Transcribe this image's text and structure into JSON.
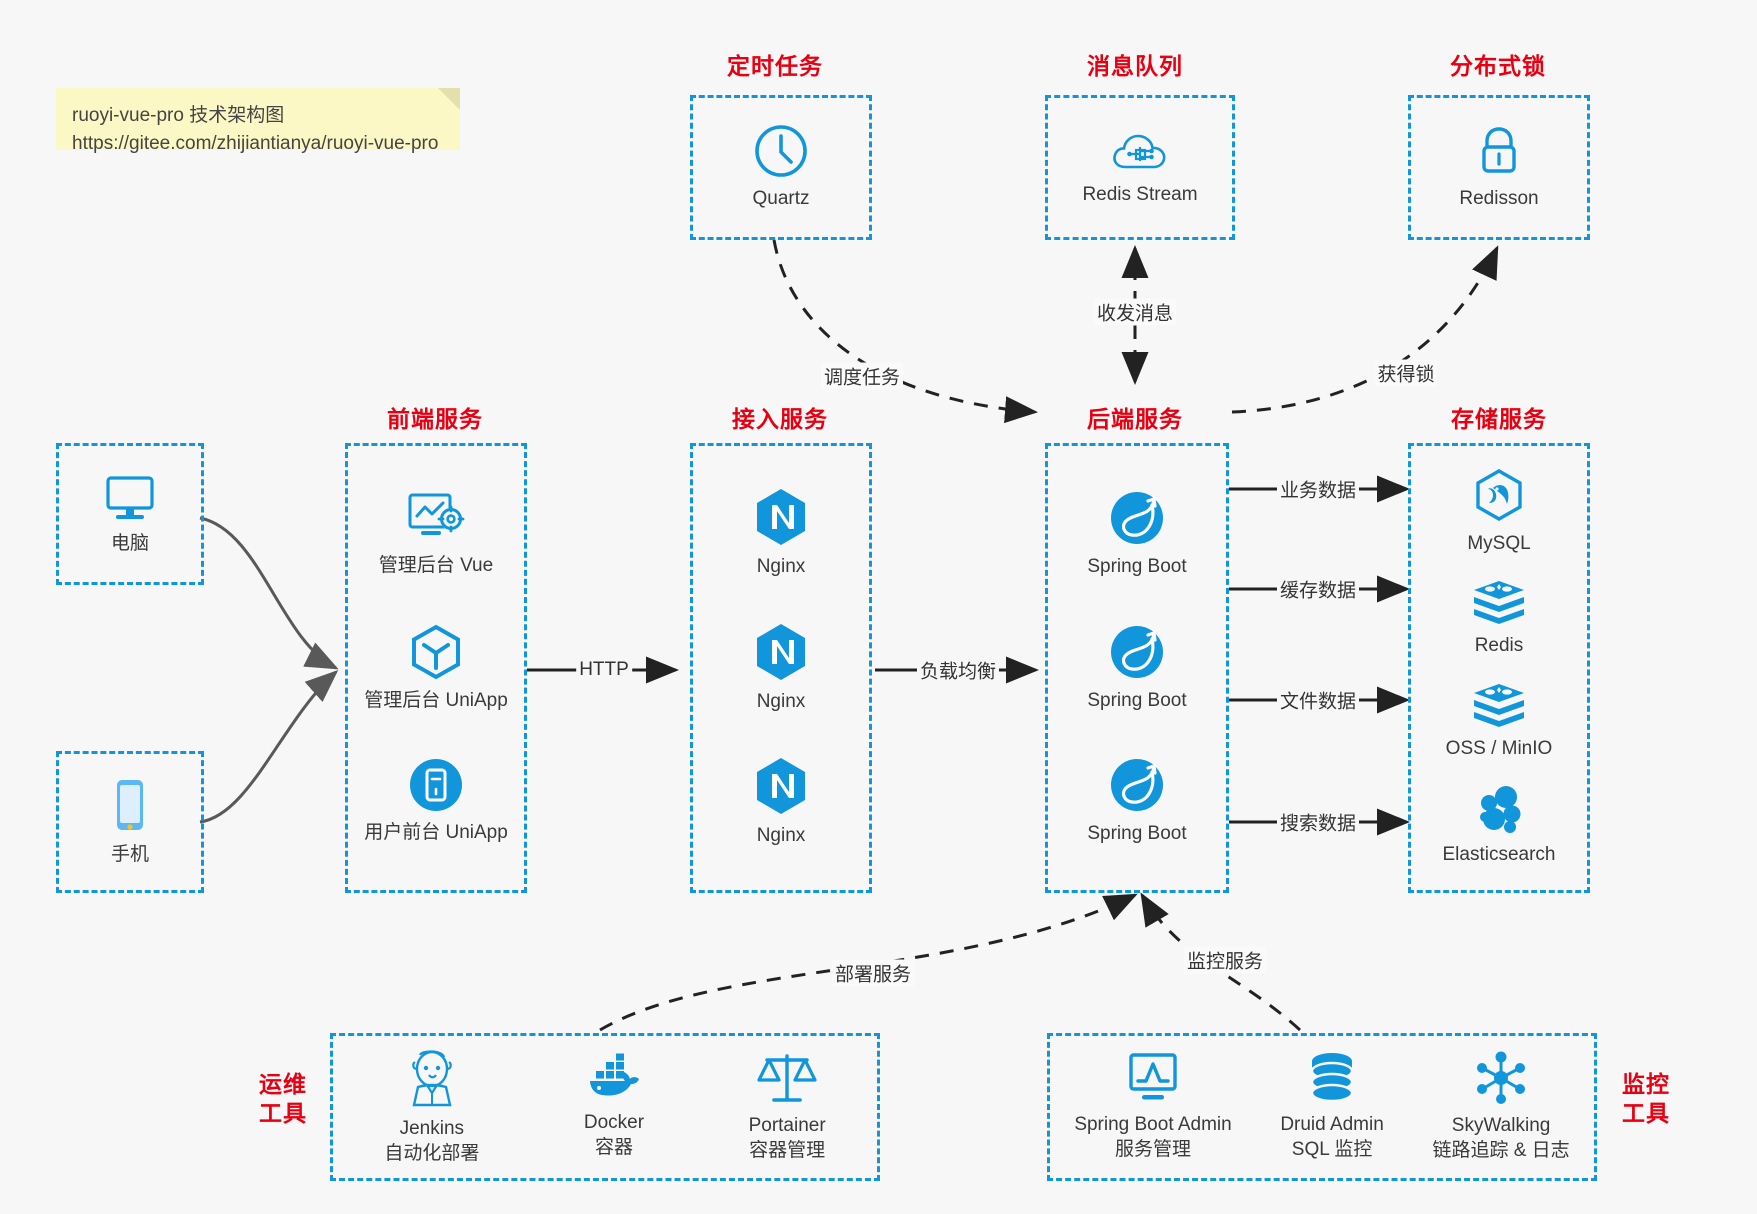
{
  "note": {
    "line1": "ruoyi-vue-pro 技术架构图",
    "line2": "https://gitee.com/zhijiantianya/ruoyi-vue-pro"
  },
  "colors": {
    "accent_blue": "#1296db",
    "title_red": "#e60012",
    "canvas": "#f7f7f7",
    "note_yellow": "#fcf8c6",
    "arrow_dark": "#333333",
    "curve_gray": "#595959"
  },
  "groups": {
    "scheduled_task": {
      "title": "定时任务",
      "nodes": [
        {
          "label": "Quartz",
          "icon": "clock-icon"
        }
      ]
    },
    "message_queue": {
      "title": "消息队列",
      "nodes": [
        {
          "label": "Redis Stream",
          "icon": "cloud-network-icon"
        }
      ]
    },
    "distributed_lock": {
      "title": "分布式锁",
      "nodes": [
        {
          "label": "Redisson",
          "icon": "lock-icon"
        }
      ]
    },
    "clients": {
      "nodes": [
        {
          "label": "电脑",
          "icon": "desktop-icon"
        },
        {
          "label": "手机",
          "icon": "mobile-icon"
        }
      ]
    },
    "frontend": {
      "title": "前端服务",
      "nodes": [
        {
          "label": "管理后台 Vue",
          "icon": "dashboard-gear-icon"
        },
        {
          "label": "管理后台 UniApp",
          "icon": "cube-icon"
        },
        {
          "label": "用户前台 UniApp",
          "icon": "app-circle-icon"
        }
      ]
    },
    "gateway": {
      "title": "接入服务",
      "nodes": [
        {
          "label": "Nginx",
          "icon": "nginx-icon"
        },
        {
          "label": "Nginx",
          "icon": "nginx-icon"
        },
        {
          "label": "Nginx",
          "icon": "nginx-icon"
        }
      ]
    },
    "backend": {
      "title": "后端服务",
      "nodes": [
        {
          "label": "Spring Boot",
          "icon": "spring-icon"
        },
        {
          "label": "Spring Boot",
          "icon": "spring-icon"
        },
        {
          "label": "Spring Boot",
          "icon": "spring-icon"
        }
      ]
    },
    "storage": {
      "title": "存储服务",
      "nodes": [
        {
          "label": "MySQL",
          "icon": "mysql-icon"
        },
        {
          "label": "Redis",
          "icon": "redis-icon"
        },
        {
          "label": "OSS / MinIO",
          "icon": "oss-icon"
        },
        {
          "label": "Elasticsearch",
          "icon": "elasticsearch-icon"
        }
      ]
    },
    "devops": {
      "title_line1": "运维",
      "title_line2": "工具",
      "nodes": [
        {
          "label": "Jenkins",
          "sublabel": "自动化部署",
          "icon": "jenkins-icon"
        },
        {
          "label": "Docker",
          "sublabel": "容器",
          "icon": "docker-icon"
        },
        {
          "label": "Portainer",
          "sublabel": "容器管理",
          "icon": "scales-icon"
        }
      ]
    },
    "monitor": {
      "title_line1": "监控",
      "title_line2": "工具",
      "nodes": [
        {
          "label": "Spring Boot Admin",
          "sublabel": "服务管理",
          "icon": "monitor-chart-icon"
        },
        {
          "label": "Druid Admin",
          "sublabel": "SQL 监控",
          "icon": "database-icon"
        },
        {
          "label": "SkyWalking",
          "sublabel": "链路追踪 & 日志",
          "icon": "skywalking-icon"
        }
      ]
    }
  },
  "edges": [
    {
      "id": "http",
      "label": "HTTP"
    },
    {
      "id": "load-balance",
      "label": "负载均衡"
    },
    {
      "id": "business-data",
      "label": "业务数据"
    },
    {
      "id": "cache-data",
      "label": "缓存数据"
    },
    {
      "id": "file-data",
      "label": "文件数据"
    },
    {
      "id": "search-data",
      "label": "搜索数据"
    },
    {
      "id": "schedule-task",
      "label": "调度任务"
    },
    {
      "id": "send-receive-message",
      "label": "收发消息"
    },
    {
      "id": "acquire-lock",
      "label": "获得锁"
    },
    {
      "id": "deploy-service",
      "label": "部署服务"
    },
    {
      "id": "monitor-service",
      "label": "监控服务"
    }
  ]
}
